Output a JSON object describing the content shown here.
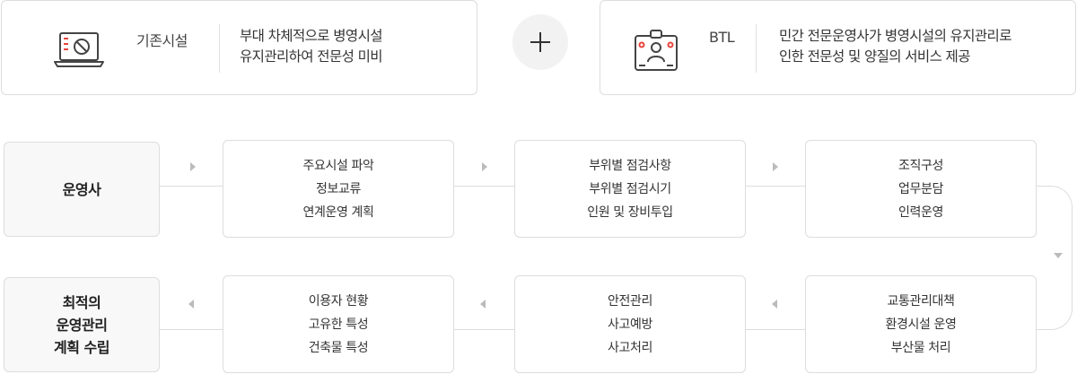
{
  "traditional": {
    "label": "기존시설",
    "description": [
      "부대 차체적으로 병영시설",
      "유지관리하여 전문성 미비"
    ],
    "icon": "laptop-prohibited-icon"
  },
  "plus": {
    "icon": "plus-icon"
  },
  "btl": {
    "label": "BTL",
    "description": [
      "민간 전문운영사가 병영시설의 유지관리로",
      "인한 전문성 및 양질의 서비스 제공"
    ],
    "icon": "id-badge-icon"
  },
  "flow": {
    "start_label": [
      "운영사"
    ],
    "end_label": [
      "최적의",
      "운영관리",
      "계획 수립"
    ],
    "steps": [
      {
        "lines": [
          "주요시설 파악",
          "정보교류",
          "연계운영 계획"
        ]
      },
      {
        "lines": [
          "부위별 점검사항",
          "부위별 점검시기",
          "인원 및 장비투입"
        ]
      },
      {
        "lines": [
          "조직구성",
          "업무분담",
          "인력운영"
        ]
      },
      {
        "lines": [
          "교통관리대책",
          "환경시설 운영",
          "부산물 처리"
        ]
      },
      {
        "lines": [
          "안전관리",
          "사고예방",
          "사고처리"
        ]
      },
      {
        "lines": [
          "이용자 현황",
          "고유한 특성",
          "건축물 특성"
        ]
      }
    ]
  },
  "colors": {
    "accent": "#e8443a",
    "icon_stroke": "#444444",
    "border": "#dddddd",
    "label_bg": "#f8f8f8"
  }
}
